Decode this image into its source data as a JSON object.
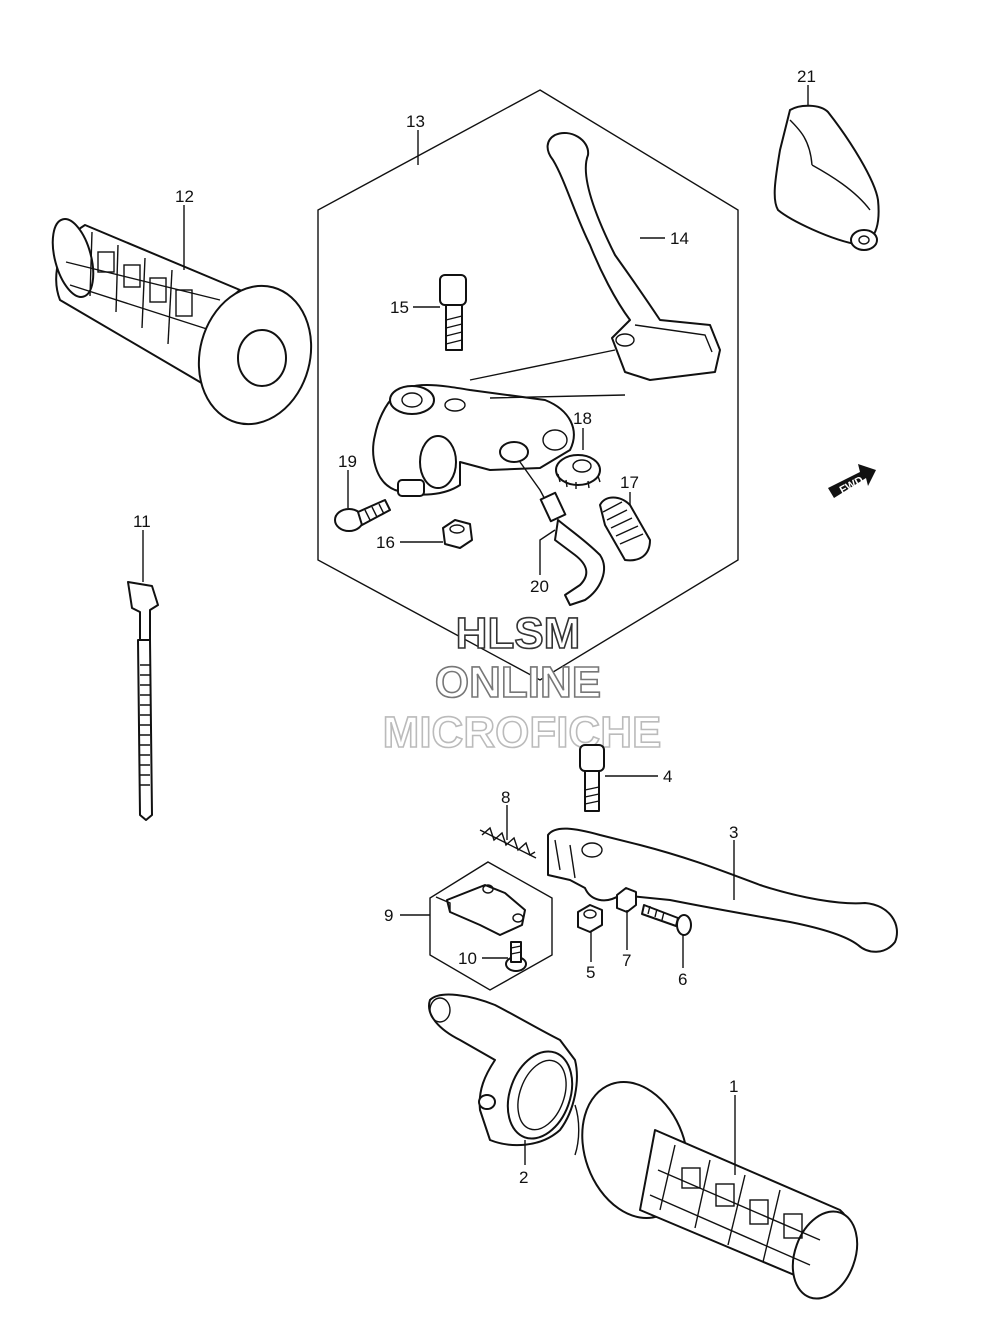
{
  "callouts": {
    "c1": "1",
    "c2": "2",
    "c3": "3",
    "c4": "4",
    "c5": "5",
    "c6": "6",
    "c7": "7",
    "c8": "8",
    "c9": "9",
    "c10": "10",
    "c11": "11",
    "c12": "12",
    "c13": "13",
    "c14": "14",
    "c15": "15",
    "c16": "16",
    "c17": "17",
    "c18": "18",
    "c19": "19",
    "c20": "20",
    "c21": "21"
  },
  "watermark": {
    "line1": "HLSM",
    "line2": "ONLINE",
    "line3": "MICROFICHE"
  },
  "fwd_badge": "FWD",
  "colors": {
    "line": "#111111",
    "wm1": "#333333",
    "wm2": "#777777",
    "wm3": "#bbbbbb"
  }
}
